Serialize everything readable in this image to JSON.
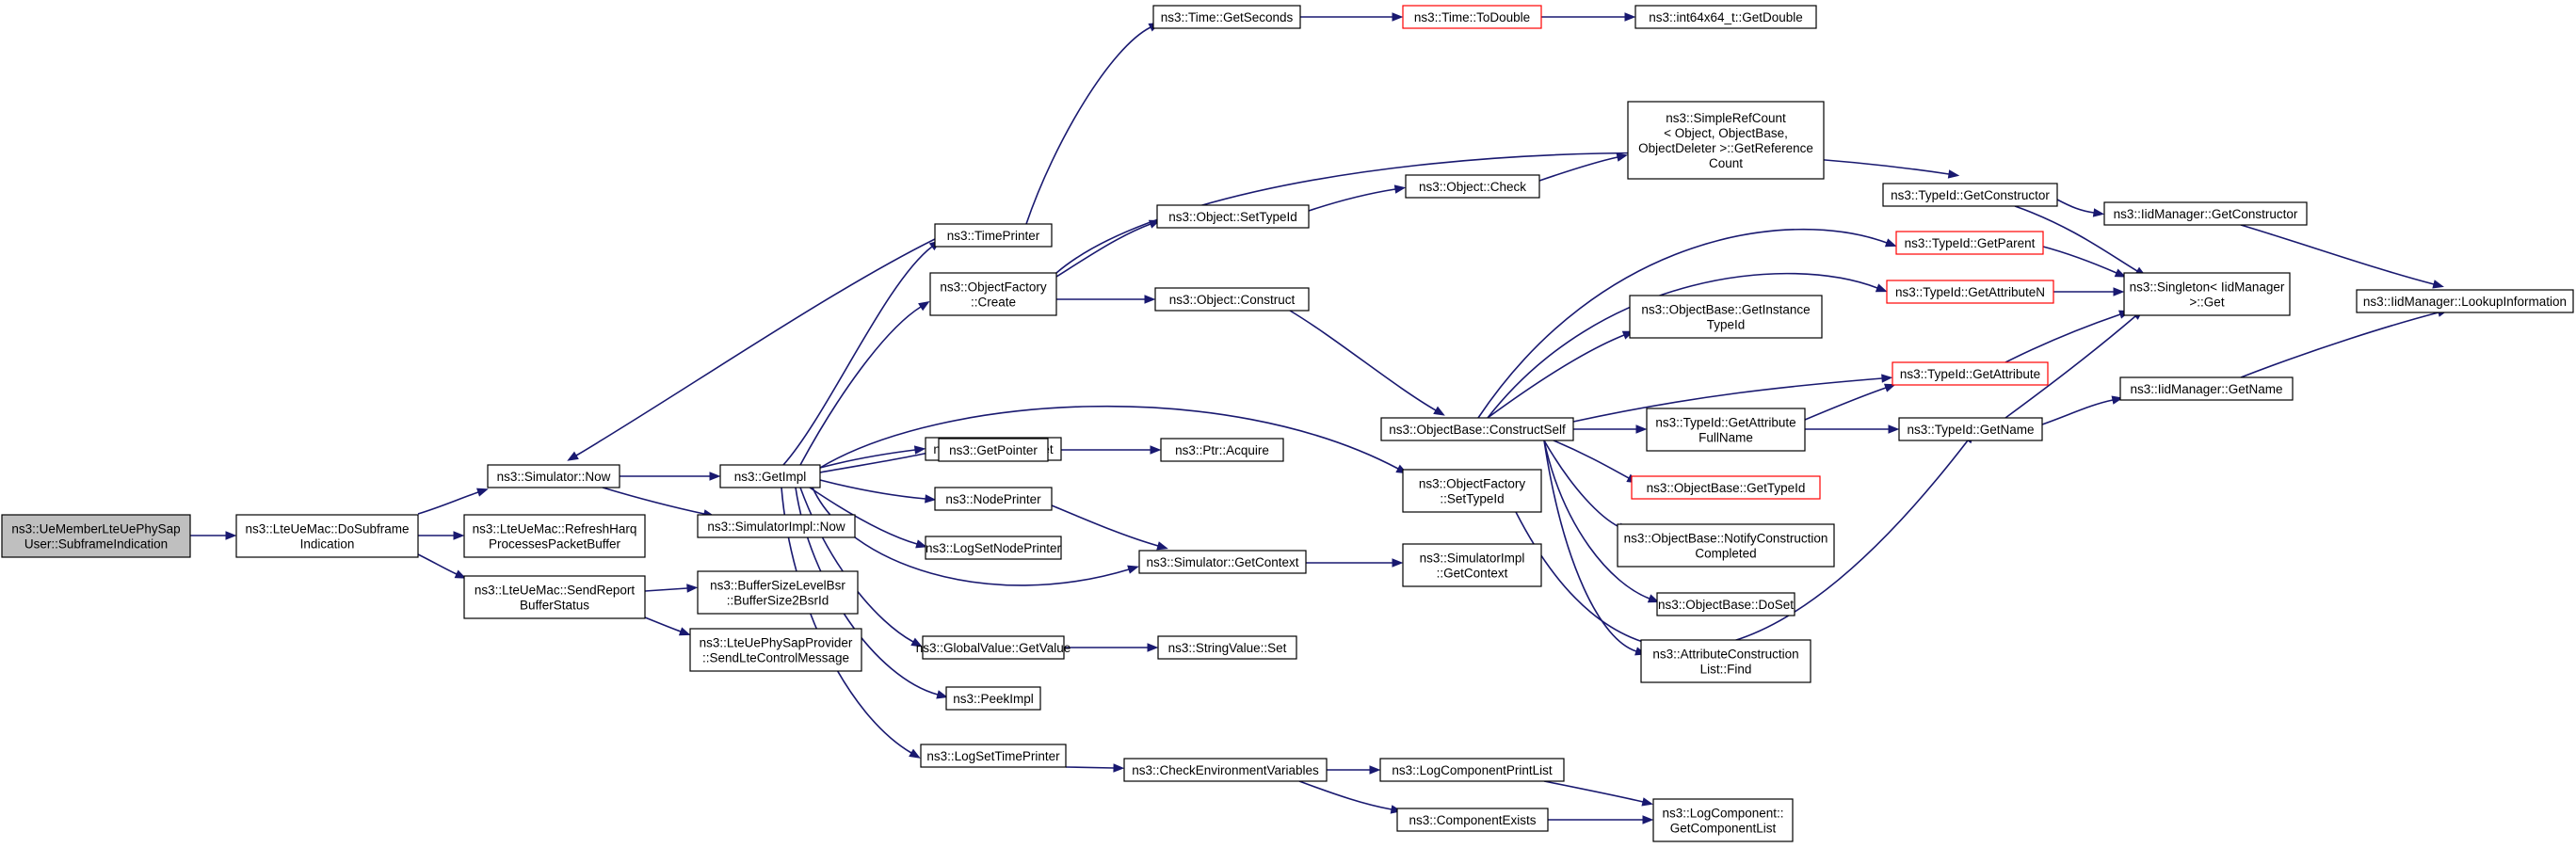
{
  "colors": {
    "edge": "#191970",
    "node_border": "#000000",
    "truncated_border": "#ff0000",
    "root_fill": "#bfbfbf",
    "node_fill": "#ffffff"
  },
  "nodes": {
    "root": {
      "lines": [
        "ns3::UeMemberLteUePhySap",
        "User::SubframeIndication"
      ],
      "style": "root"
    },
    "doSubframe": {
      "lines": [
        "ns3::LteUeMac::DoSubframe",
        "Indication"
      ]
    },
    "refreshHarq": {
      "lines": [
        "ns3::LteUeMac::RefreshHarq",
        "ProcessesPacketBuffer"
      ]
    },
    "sendReport": {
      "lines": [
        "ns3::LteUeMac::SendReport",
        "BufferStatus"
      ]
    },
    "bsr": {
      "lines": [
        "ns3::BufferSizeLevelBsr",
        "::BufferSize2BsrId"
      ]
    },
    "sendCtrl": {
      "lines": [
        "ns3::LteUePhySapProvider",
        "::SendLteControlMessage"
      ]
    },
    "simNow": {
      "lines": [
        "ns3::Simulator::Now"
      ]
    },
    "simImplNow": {
      "lines": [
        "ns3::SimulatorImpl::Now"
      ]
    },
    "getImpl": {
      "lines": [
        "ns3::GetImpl"
      ]
    },
    "timePrinter": {
      "lines": [
        "ns3::TimePrinter"
      ]
    },
    "getSeconds": {
      "lines": [
        "ns3::Time::GetSeconds"
      ]
    },
    "toDouble": {
      "lines": [
        "ns3::Time::ToDouble"
      ],
      "style": "trunc"
    },
    "int64": {
      "lines": [
        "ns3::int64x64_t::GetDouble"
      ]
    },
    "ofCreate": {
      "lines": [
        "ns3::ObjectFactory",
        "::Create"
      ]
    },
    "stringGet": {
      "lines": [
        "ns3::StringValue::Get"
      ]
    },
    "getPointer": {
      "lines": [
        "ns3::GetPointer"
      ]
    },
    "ptrAcquire": {
      "lines": [
        "ns3::Ptr::Acquire"
      ]
    },
    "nodePrinter": {
      "lines": [
        "ns3::NodePrinter"
      ]
    },
    "logSetNode": {
      "lines": [
        "ns3::LogSetNodePrinter"
      ]
    },
    "simGetCtx": {
      "lines": [
        "ns3::Simulator::GetContext"
      ]
    },
    "implGetCtx": {
      "lines": [
        "ns3::SimulatorImpl",
        "::GetContext"
      ]
    },
    "gvGet": {
      "lines": [
        "ns3::GlobalValue::GetValue"
      ]
    },
    "svSet": {
      "lines": [
        "ns3::StringValue::Set"
      ]
    },
    "peekImpl": {
      "lines": [
        "ns3::PeekImpl"
      ]
    },
    "logSetTime": {
      "lines": [
        "ns3::LogSetTimePrinter"
      ]
    },
    "checkEnv": {
      "lines": [
        "ns3::CheckEnvironmentVariables"
      ]
    },
    "logCompPrint": {
      "lines": [
        "ns3::LogComponentPrintList"
      ]
    },
    "compExists": {
      "lines": [
        "ns3::ComponentExists"
      ]
    },
    "getCompList": {
      "lines": [
        "ns3::LogComponent::",
        "GetComponentList"
      ]
    },
    "setTypeId": {
      "lines": [
        "ns3::Object::SetTypeId"
      ]
    },
    "objCheck": {
      "lines": [
        "ns3::Object::Check"
      ]
    },
    "refCount": {
      "lines": [
        "ns3::SimpleRefCount",
        "< Object, ObjectBase,",
        "ObjectDeleter >::GetReference",
        "Count"
      ]
    },
    "objConstruct": {
      "lines": [
        "ns3::Object::Construct"
      ]
    },
    "constructSelf": {
      "lines": [
        "ns3::ObjectBase::ConstructSelf"
      ]
    },
    "ofSetTypeId": {
      "lines": [
        "ns3::ObjectFactory",
        "::SetTypeId"
      ]
    },
    "getInstTid": {
      "lines": [
        "ns3::ObjectBase::GetInstance",
        "TypeId"
      ]
    },
    "getAttrFull": {
      "lines": [
        "ns3::TypeId::GetAttribute",
        "FullName"
      ]
    },
    "obGetTid": {
      "lines": [
        "ns3::ObjectBase::GetTypeId"
      ],
      "style": "trunc"
    },
    "notifyConstr": {
      "lines": [
        "ns3::ObjectBase::NotifyConstruction",
        "Completed"
      ]
    },
    "doSet": {
      "lines": [
        "ns3::ObjectBase::DoSet"
      ]
    },
    "attrList": {
      "lines": [
        "ns3::AttributeConstruction",
        "List::Find"
      ]
    },
    "tidGetConstr": {
      "lines": [
        "ns3::TypeId::GetConstructor"
      ]
    },
    "tidGetParent": {
      "lines": [
        "ns3::TypeId::GetParent"
      ],
      "style": "trunc"
    },
    "tidGetAttrN": {
      "lines": [
        "ns3::TypeId::GetAttributeN"
      ],
      "style": "trunc"
    },
    "tidGetAttr": {
      "lines": [
        "ns3::TypeId::GetAttribute"
      ],
      "style": "trunc"
    },
    "tidGetName": {
      "lines": [
        "ns3::TypeId::GetName"
      ]
    },
    "singleton": {
      "lines": [
        "ns3::Singleton< IidManager",
        ">::Get"
      ]
    },
    "iidGetConstr": {
      "lines": [
        "ns3::IidManager::GetConstructor"
      ]
    },
    "iidGetName": {
      "lines": [
        "ns3::IidManager::GetName"
      ]
    },
    "lookup": {
      "lines": [
        "ns3::IidManager::LookupInformation"
      ]
    }
  }
}
